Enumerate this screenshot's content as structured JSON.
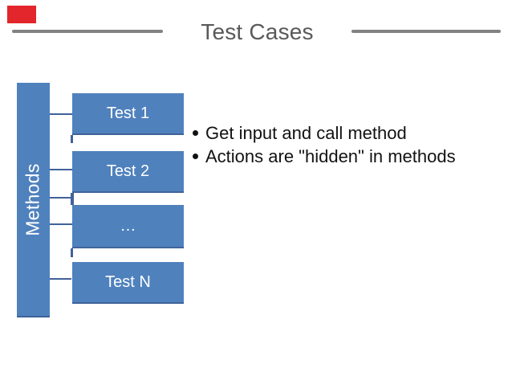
{
  "slide": {
    "title": "Test Cases",
    "colors": {
      "accent_blue": "#4f81bd",
      "connector_blue": "#41619b",
      "rule_gray": "#828282",
      "title_gray": "#595959",
      "marker_red": "#e2262b"
    }
  },
  "diagram": {
    "bar_label": "Methods",
    "boxes": [
      {
        "label": "Test 1"
      },
      {
        "label": "Test 2"
      },
      {
        "label": "…"
      },
      {
        "label": "Test N"
      }
    ]
  },
  "bullets": [
    {
      "text": "Get input and call method"
    },
    {
      "text": "Actions are \"hidden\" in methods"
    }
  ]
}
